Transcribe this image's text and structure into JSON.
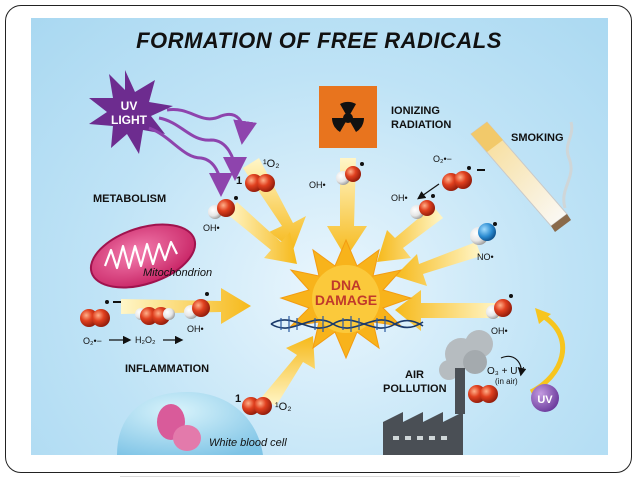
{
  "title": "FORMATION OF FREE RADICALS",
  "sources": {
    "uv_light": {
      "line1": "UV",
      "line2": "LIGHT"
    },
    "ionizing_radiation": {
      "line1": "IONIZING",
      "line2": "RADIATION"
    },
    "smoking": "SMOKING",
    "metabolism": "METABOLISM",
    "mitochondrion": "Mitochondrion",
    "inflammation": "INFLAMMATION",
    "white_blood_cell": "White blood cell",
    "air_pollution": {
      "line1": "AIR",
      "line2": "POLLUTION"
    },
    "ozone_formula": "O₃ + UV",
    "ozone_note": "(in air)",
    "uv_sun": "UV"
  },
  "center": {
    "line1": "DNA",
    "line2": "DAMAGE"
  },
  "species": {
    "singlet_oxygen_top": {
      "prefix": "1",
      "label": "¹O₂"
    },
    "singlet_oxygen_bottom": {
      "prefix": "1",
      "label": "¹O₂"
    },
    "hydroxyl_uv": "OH•",
    "hydroxyl_radiation": "OH•",
    "hydroxyl_smoking": "OH•",
    "superoxide_smoking": "O₂•−",
    "nitric_oxide": "NO•",
    "hydroxyl_pollution": "OH•",
    "superoxide_inflammation": "O₂•−",
    "peroxide": "H₂O₂",
    "hydroxyl_inflammation": "OH•"
  },
  "colors": {
    "ray": "#f7c51e",
    "ray_fade": "#fff2b0",
    "starburst": "#f8b31b",
    "center_text": "#c0392b",
    "uv_star": "#6d2c8f",
    "uv_arrows": "#8e44ad",
    "radiation_bg": "#e8741e",
    "molecule_red": "#d9341c",
    "mito": "#d6336c"
  }
}
